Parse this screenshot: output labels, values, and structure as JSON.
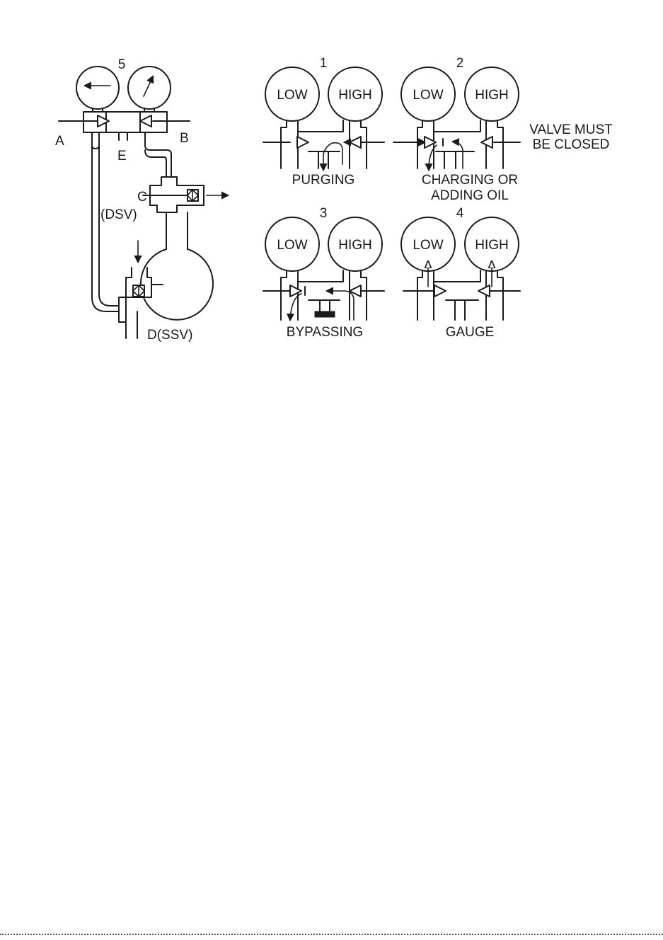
{
  "manifold_diagram": {
    "number": "5",
    "labels": {
      "a": "A",
      "b": "B",
      "c": "C",
      "dsv": "(DSV)",
      "d_ssv": "D(SSV)",
      "e": "E"
    }
  },
  "modes": [
    {
      "number": "1",
      "low": "LOW",
      "high": "HIGH",
      "caption": [
        "PURGING"
      ]
    },
    {
      "number": "2",
      "low": "LOW",
      "high": "HIGH",
      "caption": [
        "CHARGING OR",
        "ADDING OIL"
      ]
    },
    {
      "number": "3",
      "low": "LOW",
      "high": "HIGH",
      "caption": [
        "BYPASSING"
      ]
    },
    {
      "number": "4",
      "low": "LOW",
      "high": "HIGH",
      "caption": [
        "GAUGE"
      ]
    }
  ],
  "note": [
    "VALVE MUST",
    "BE CLOSED"
  ]
}
